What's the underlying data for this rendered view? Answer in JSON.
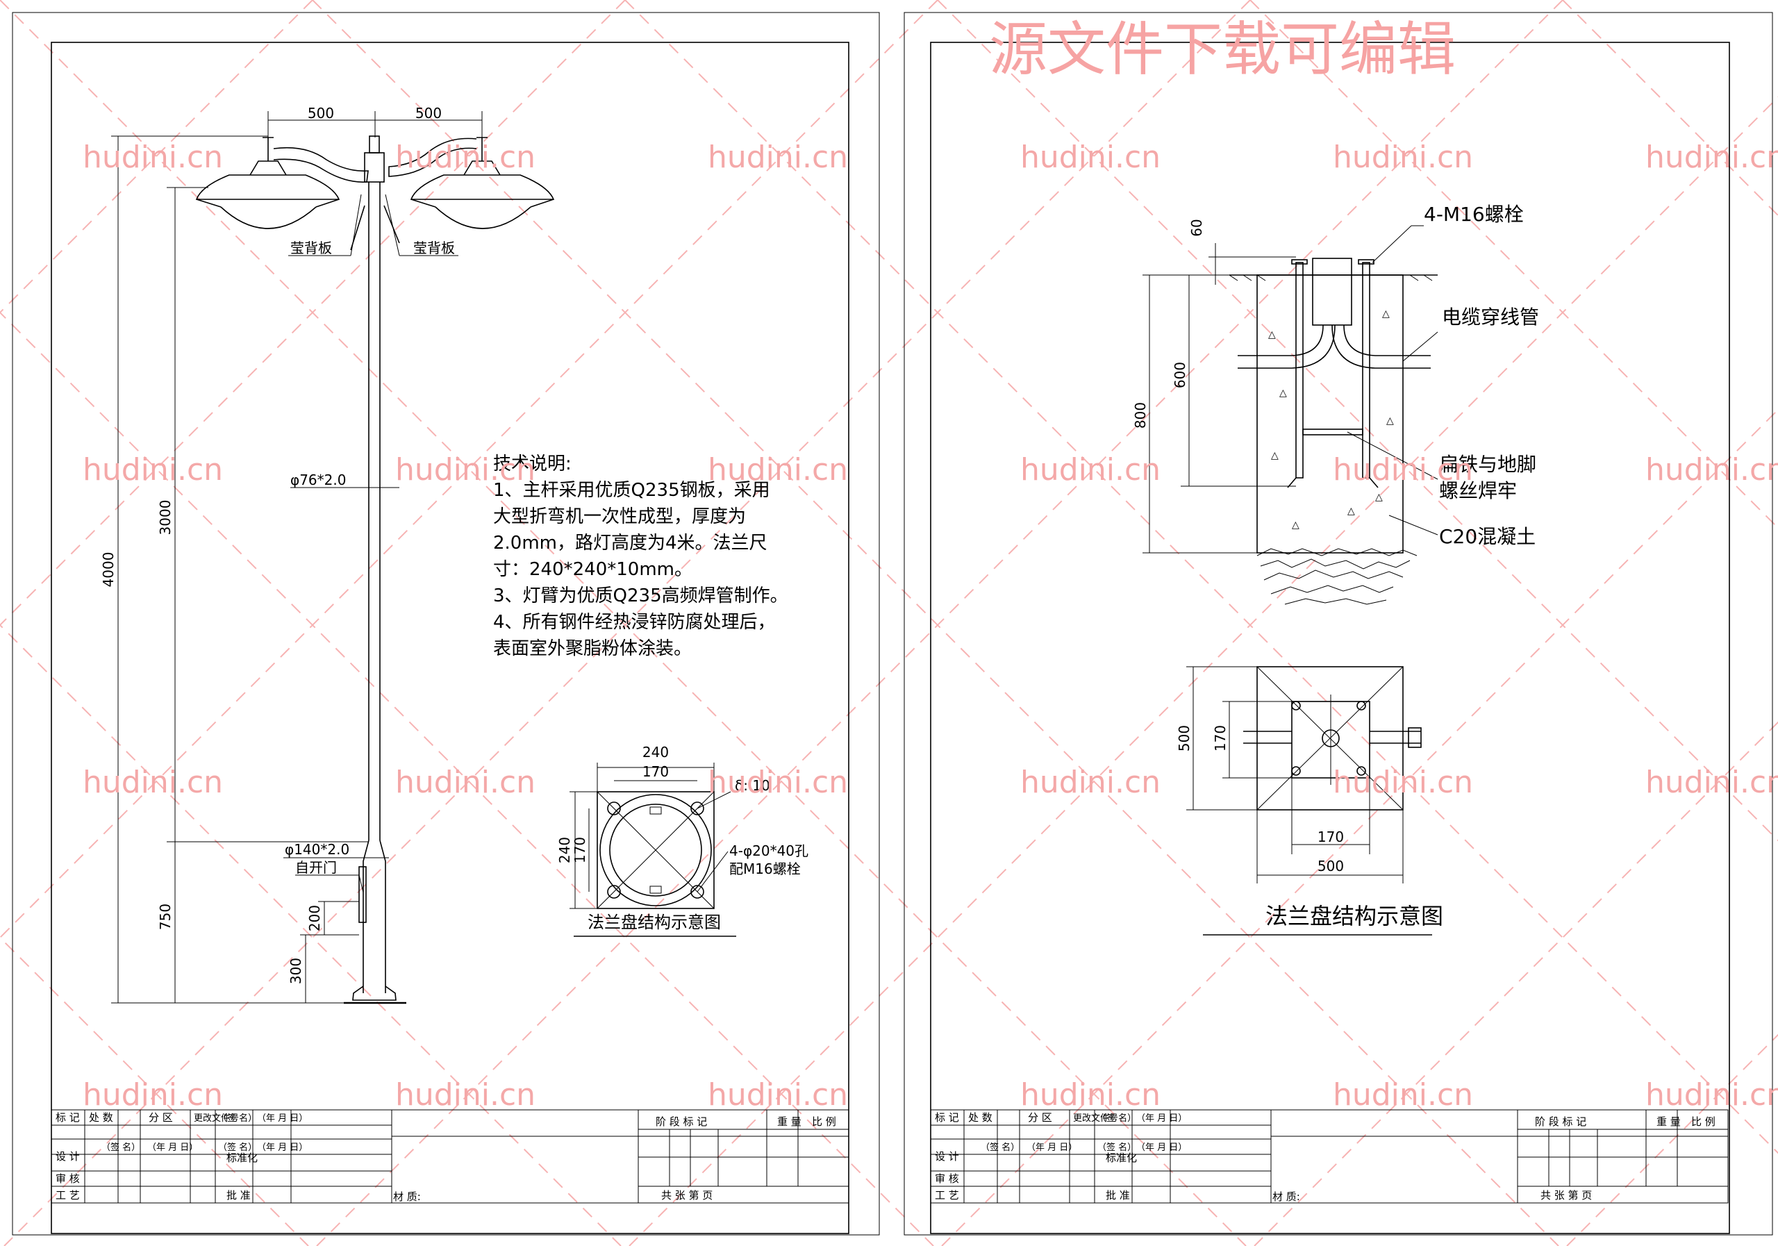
{
  "watermark": {
    "site": "hudini.cn",
    "banner": "源文件下载可编辑"
  },
  "left_sheet": {
    "dims": {
      "arm_left": "500",
      "arm_right": "500",
      "total_height": "4000",
      "upper_height": "3000",
      "lower_height": "750",
      "door_height": "200",
      "door_offset": "300",
      "upper_dia": "φ76*2.0",
      "lower_dia": "φ140*2.0"
    },
    "labels": {
      "lamp_left": "莹背板",
      "lamp_right": "莹背板",
      "door": "自开门"
    },
    "notes": {
      "title": "技术说明:",
      "lines": [
        "1、主杆采用优质Q235钢板，采用",
        "大型折弯机一次性成型，厚度为",
        "2.0mm，路灯高度为4米。法兰尺",
        "寸：240*240*10mm。",
        "3、灯臂为优质Q235高频焊管制作。",
        "4、所有钢件经热浸锌防腐处理后，",
        "表面室外聚脂粉体涂装。"
      ]
    },
    "flange": {
      "dim_outer_w": "240",
      "dim_inner_w": "170",
      "dim_outer_h": "240",
      "dim_inner_h": "170",
      "thickness": "δ: 10",
      "holes_line1": "4-φ20*40孔",
      "holes_line2": "配M16螺栓",
      "caption": "法兰盘结构示意图"
    }
  },
  "right_sheet": {
    "foundation": {
      "dim_top": "60",
      "dim_600": "600",
      "dim_800": "800",
      "bolt_label": "4-M16螺栓",
      "conduit_label": "电缆穿线管",
      "weld_line1": "扁铁与地脚",
      "weld_line2": "螺丝焊牢",
      "concrete_label": "C20混凝土"
    },
    "plan": {
      "dim_outer_v": "500",
      "dim_inner_v": "170",
      "dim_inner_h": "170",
      "dim_outer_h": "500",
      "caption": "法兰盘结构示意图"
    }
  },
  "title_block": {
    "mark": "标 记",
    "count": "处 数",
    "zone": "分 区",
    "change_doc": "更改文件号",
    "sign": "（签 名）",
    "date": "（年 月 日）",
    "design": "设 计",
    "standardize": "标准化",
    "review": "审 核",
    "process": "工 艺",
    "approve": "批 准",
    "material": "材 质:",
    "stage_mark": "阶 段 标 记",
    "weight": "重 量",
    "scale": "比 例",
    "sheets": "共      张      第      页"
  }
}
